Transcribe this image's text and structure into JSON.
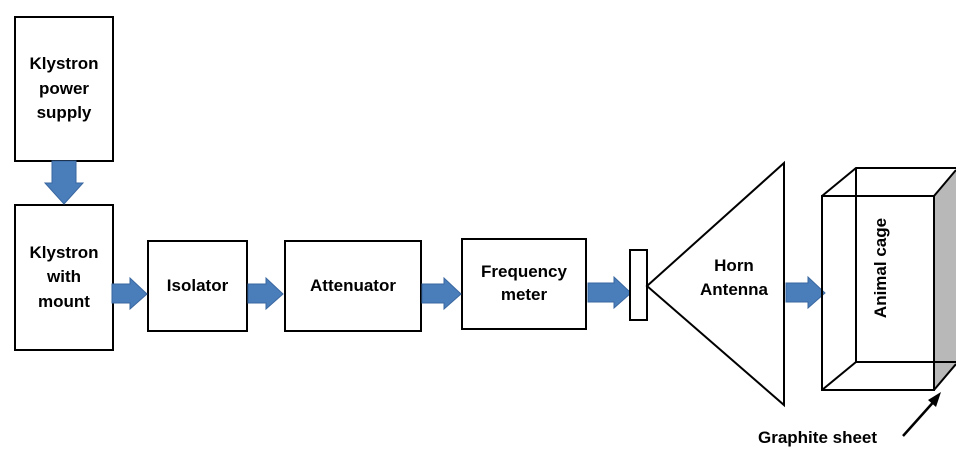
{
  "blocks": {
    "klystron_power_supply": "Klystron\npower\nsupply",
    "klystron_with_mount": "Klystron\nwith\nmount",
    "isolator": "Isolator",
    "attenuator": "Attenuator",
    "frequency_meter": "Frequency\nmeter",
    "horn_antenna": "Horn\nAntenna",
    "animal_cage": "Animal cage",
    "graphite_sheet": "Graphite sheet"
  },
  "colors": {
    "arrow": "#4a7ebb",
    "arrow_edge": "#3a67a0",
    "graphite": "#b8b8b8",
    "stroke": "#000000"
  }
}
